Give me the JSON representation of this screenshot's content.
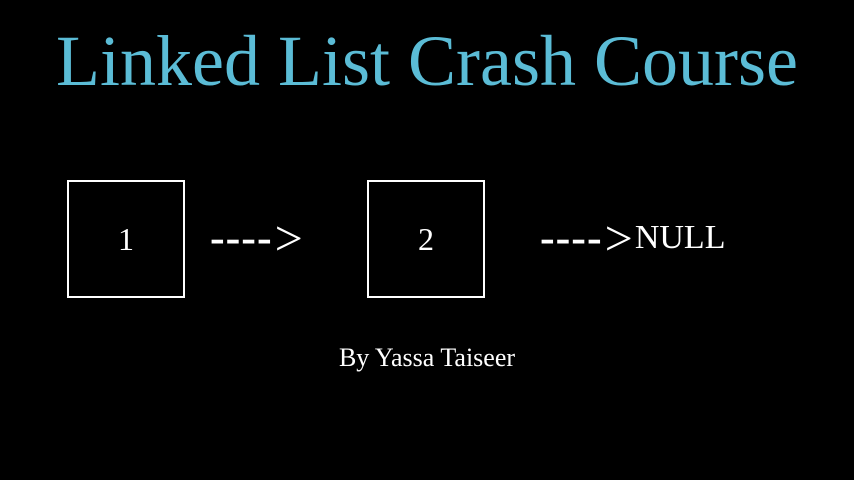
{
  "title": {
    "text": "Linked List Crash Course",
    "color": "#5bbcd6"
  },
  "nodes": [
    {
      "value": "1"
    },
    {
      "value": "2"
    }
  ],
  "arrows": [
    {
      "dashes": "----",
      "head": ">"
    },
    {
      "dashes": "----",
      "head": ">"
    }
  ],
  "terminal": "NULL",
  "author": "By Yassa Taiseer",
  "colors": {
    "background": "#000000",
    "foreground": "#ffffff"
  }
}
